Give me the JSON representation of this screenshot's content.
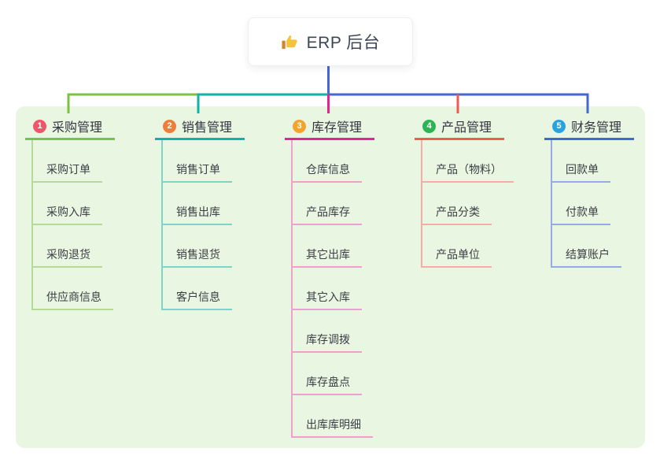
{
  "root": {
    "title": "ERP 后台",
    "icon": "thumbs-up-icon",
    "icon_colors": {
      "hand": "#f5c33b",
      "cuff": "#cf8532"
    }
  },
  "canvas": {
    "background": "#e9f6e2"
  },
  "branches": [
    {
      "badge": "1",
      "label": "采购管理",
      "color": "#7cc142",
      "light_color": "#b5db97",
      "badge_color": "#f0566a",
      "children": [
        "采购订单",
        "采购入库",
        "采购退货",
        "供应商信息"
      ]
    },
    {
      "badge": "2",
      "label": "销售管理",
      "color": "#12b2a6",
      "light_color": "#7ed3cb",
      "badge_color": "#ef7d3b",
      "children": [
        "销售订单",
        "销售出库",
        "销售退货",
        "客户信息"
      ]
    },
    {
      "badge": "3",
      "label": "库存管理",
      "color": "#e2268f",
      "light_color": "#f09fce",
      "badge_color": "#f3a42c",
      "children": [
        "仓库信息",
        "产品库存",
        "其它出库",
        "其它入库",
        "库存调拨",
        "库存盘点",
        "出库库明细"
      ]
    },
    {
      "badge": "4",
      "label": "产品管理",
      "color": "#f15955",
      "light_color": "#f8aca6",
      "badge_color": "#2db356",
      "children": [
        "产品（物料）",
        "产品分类",
        "产品单位"
      ]
    },
    {
      "badge": "5",
      "label": "财务管理",
      "color": "#4467d2",
      "light_color": "#95abe7",
      "badge_color": "#2aa2de",
      "children": [
        "回款单",
        "付款单",
        "结算账户"
      ]
    }
  ]
}
